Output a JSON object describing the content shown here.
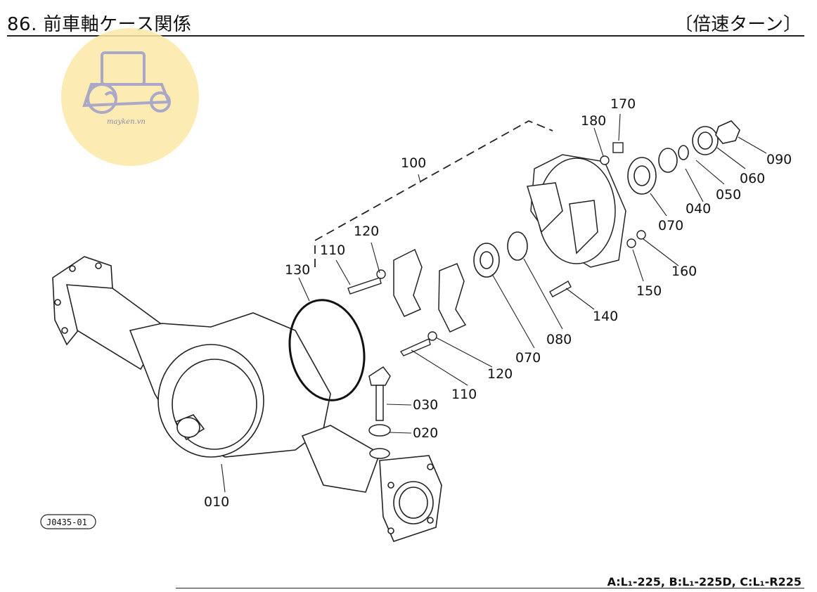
{
  "header": {
    "title": "86. 前車軸ケース関係",
    "right_title": "〔倍速ターン〕"
  },
  "logo": {
    "text": "mayken.vn",
    "icon": "tractor-icon"
  },
  "reference_code": "J0435-01",
  "footer": {
    "models": "A:L₁-225, B:L₁-225D, C:L₁-R225"
  },
  "parts": [
    {
      "label": "010"
    },
    {
      "label": "020"
    },
    {
      "label": "030"
    },
    {
      "label": "040"
    },
    {
      "label": "050"
    },
    {
      "label": "060"
    },
    {
      "label": "070"
    },
    {
      "label": "070"
    },
    {
      "label": "080"
    },
    {
      "label": "090"
    },
    {
      "label": "100"
    },
    {
      "label": "110"
    },
    {
      "label": "110"
    },
    {
      "label": "120"
    },
    {
      "label": "120"
    },
    {
      "label": "130"
    },
    {
      "label": "140"
    },
    {
      "label": "150"
    },
    {
      "label": "160"
    },
    {
      "label": "170"
    },
    {
      "label": "180"
    }
  ]
}
